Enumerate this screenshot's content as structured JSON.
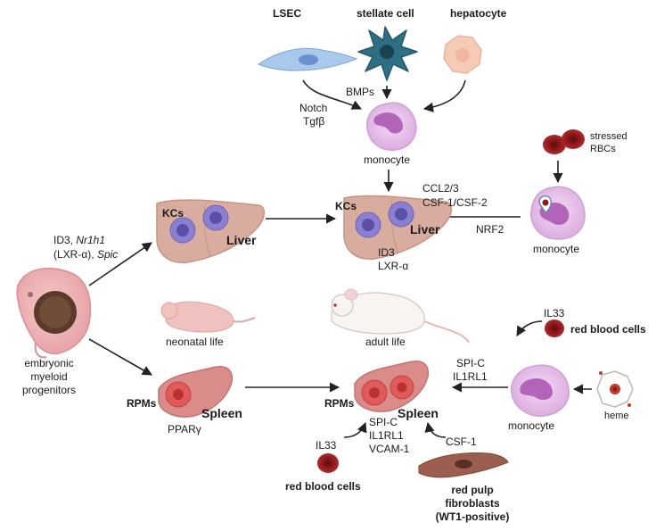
{
  "cells": {
    "lsec": "LSEC",
    "stellate": "stellate cell",
    "hepatocyte": "hepatocyte",
    "monocyte_top": "monocyte",
    "stressed_rbcs": [
      "stressed",
      "RBCs"
    ],
    "monocyte_right": "monocyte",
    "monocyte_bottom": "monocyte",
    "heme": "heme",
    "rbc_right": "red blood cells",
    "rbc_bottom": "red blood cells",
    "fibroblasts": [
      "red pulp",
      "fibroblasts",
      "(WT1-positive)"
    ],
    "progenitors": [
      "embryonic",
      "myeloid",
      "progenitors"
    ]
  },
  "signals": {
    "notch": "Notch",
    "tgfb": "Tgfβ",
    "bmps": "BMPs",
    "ccl": "CCL2/3",
    "csf": "CSF-1/CSF-2",
    "nrf2": "NRF2",
    "id3_line1_a": "ID3, ",
    "id3_line1_b": "Nr1h1",
    "id3_line2_a": "(LXR-α), ",
    "id3_line2_b": "Spic",
    "adult_id3": "ID3",
    "adult_lxr": "LXR-α",
    "pparg": "PPARγ",
    "il33_right": "IL33",
    "spic_right": "SPI-C",
    "il1rl1_right": "IL1RL1",
    "spic_bottom": "SPI-C",
    "il1rl1_bottom": "IL1RL1",
    "vcam": "VCAM-1",
    "il33_bottom": "IL33",
    "csf1": "CSF-1"
  },
  "organs": {
    "kcs_left": "KCs",
    "liver_left": "Liver",
    "kcs_right": "KCs",
    "liver_right": "Liver",
    "rpms_left": "RPMs",
    "spleen_left": "Spleen",
    "rpms_right": "RPMs",
    "spleen_right": "Spleen"
  },
  "life": {
    "neonatal": "neonatal life",
    "adult": "adult life"
  },
  "colors": {
    "liver": "#d9aca0",
    "kc": "#8a7fd0",
    "spleen": "#d98c8a",
    "rpm": "#e05a5a",
    "monocyte": "#e3b9e6",
    "rbc": "#9c1c1c",
    "lsec": "#a9c9ec",
    "stellate": "#2f6f86",
    "hepatocyte": "#f6cbb6",
    "arrow": "#222222"
  }
}
